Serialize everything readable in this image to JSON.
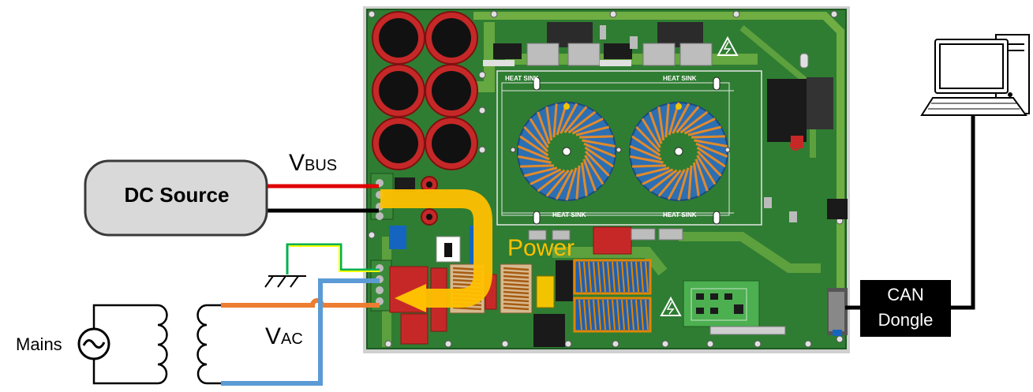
{
  "labels": {
    "dc_source": "DC Source",
    "v_bus_main": "V",
    "v_bus_sub": "BUS",
    "v_ac_main": "V",
    "v_ac_sub": "AC",
    "mains": "Mains",
    "power": "Power",
    "can_line1": "CAN",
    "can_line2": "Dongle"
  },
  "board": {
    "heat_sink_labels": [
      "HEAT SINK",
      "HEAT SINK",
      "HEAT SINK",
      "HEAT SINK"
    ]
  },
  "colors": {
    "board_green": "#2e7d32",
    "trace_green": "#7cc242",
    "vbus_positive": "#e00000",
    "vbus_negative": "#000000",
    "ac_line_orange": "#ed7d31",
    "ac_line_blue": "#5b9bd5",
    "earth_yellow": "#ffff00",
    "earth_green": "#00b050",
    "power_arrow": "#ffc000",
    "can_box": "#000000",
    "dc_box_fill": "#d9d9d9"
  }
}
